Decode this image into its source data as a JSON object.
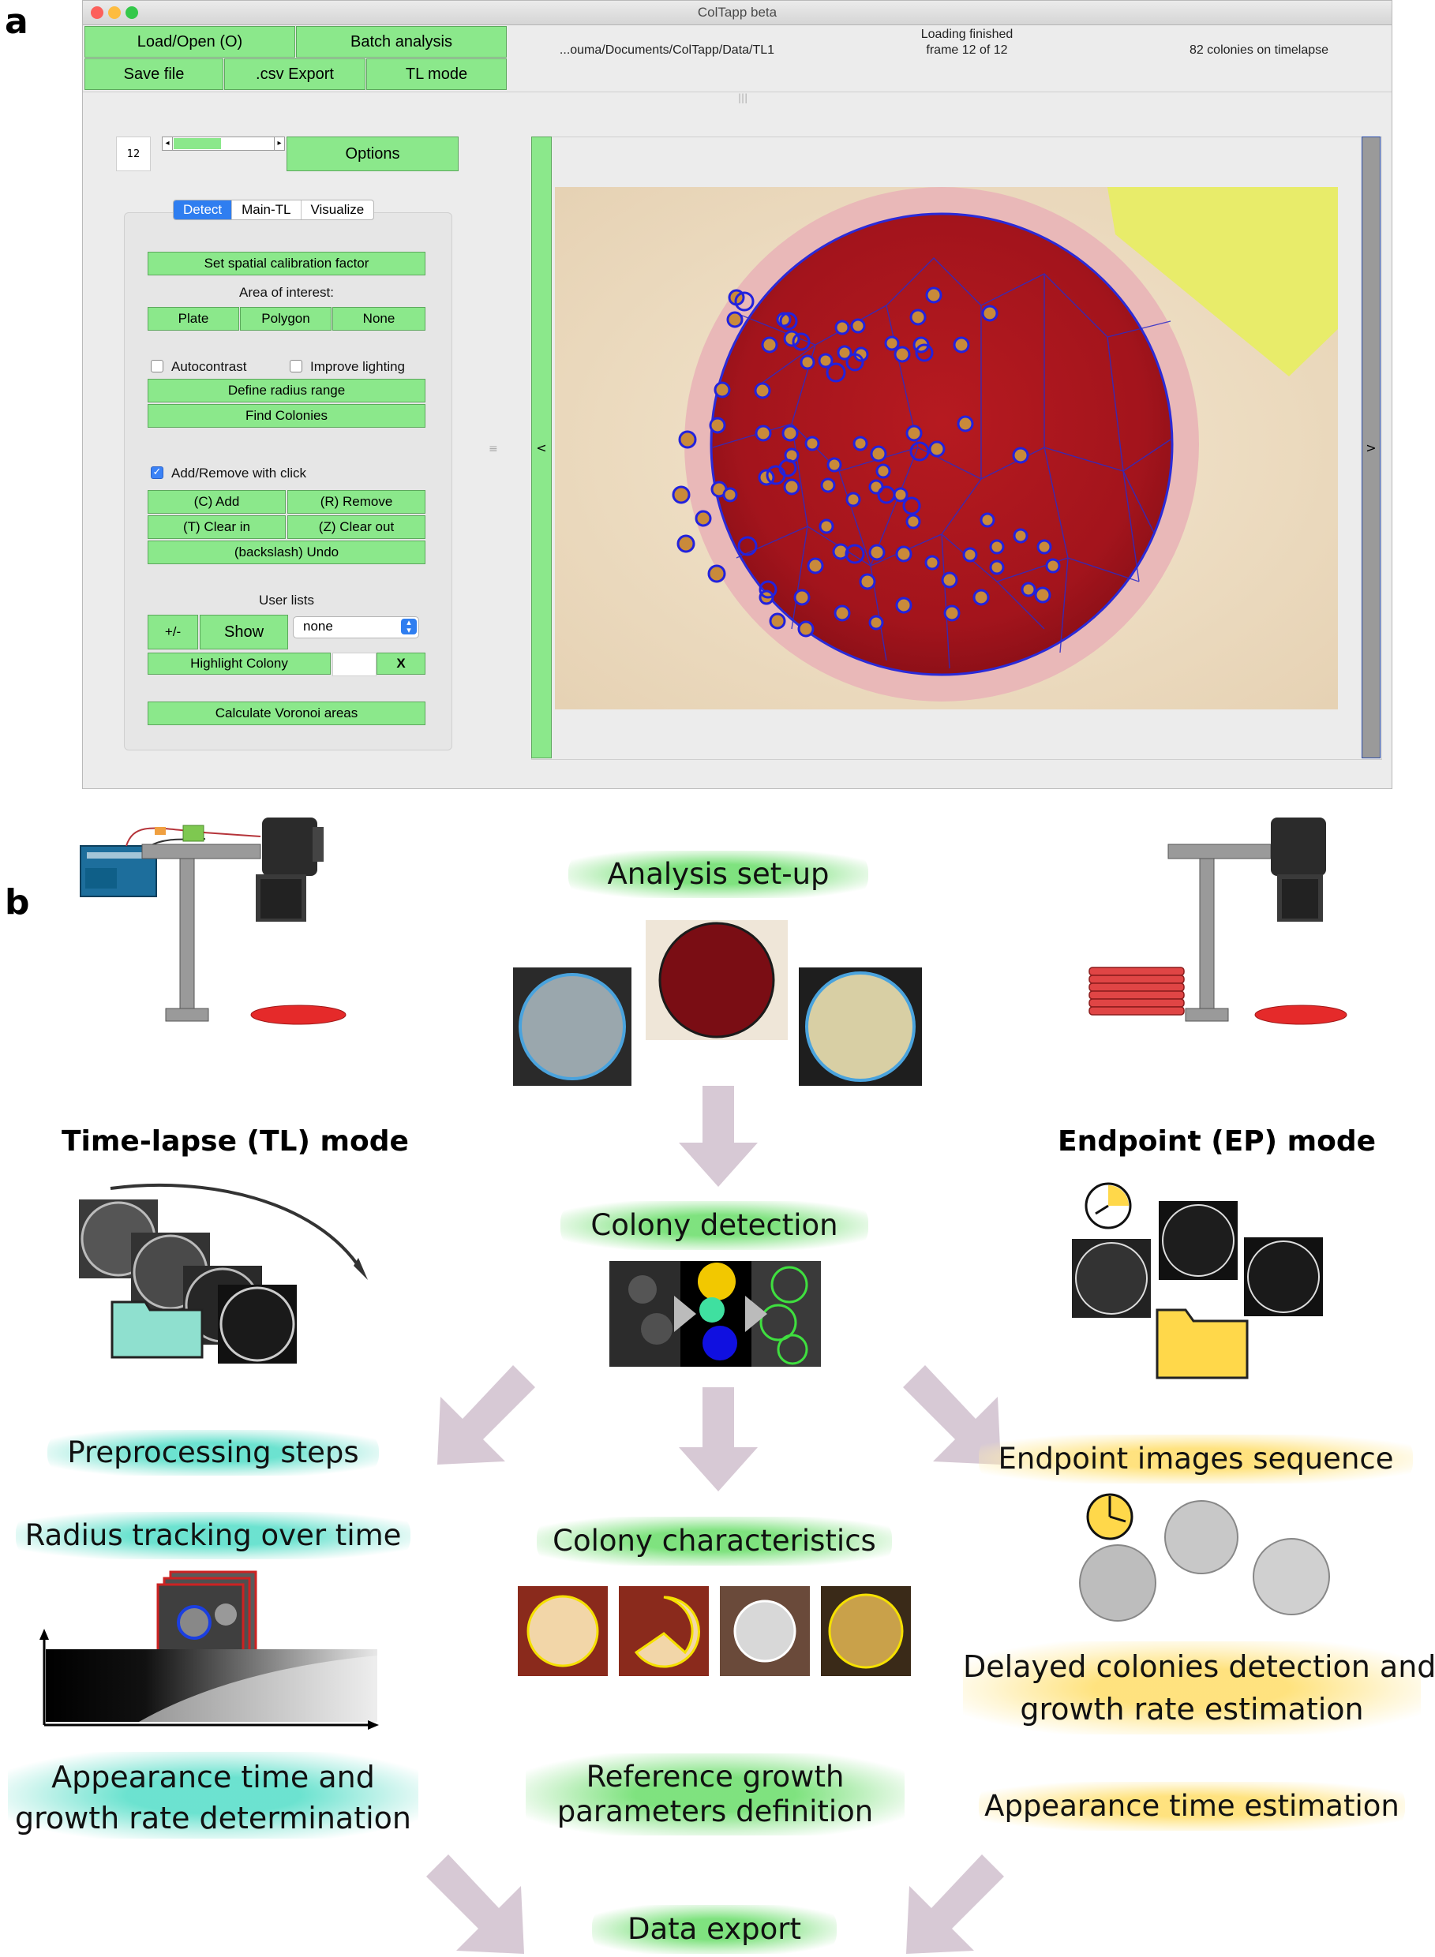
{
  "panel_labels": {
    "a": "a",
    "b": "b"
  },
  "window": {
    "title": "ColTapp beta",
    "toolbar": {
      "load_open": "Load/Open (O)",
      "batch_analysis": "Batch analysis",
      "save_file": "Save file",
      "csv_export": ".csv Export",
      "tl_mode": "TL mode"
    },
    "status": {
      "path": "...ouma/Documents/ColTapp/Data/TL1",
      "loading": "Loading finished",
      "frame": "frame 12 of 12",
      "colonies": "82 colonies on timelapse"
    },
    "frame_field": "12",
    "options_label": "Options",
    "tabs": [
      "Detect",
      "Main-TL",
      "Visualize"
    ],
    "detect": {
      "spatial_calibration": "Set spatial calibration factor",
      "area_of_interest": "Area of interest:",
      "plate": "Plate",
      "polygon": "Polygon",
      "none": "None",
      "autocontrast": "Autocontrast",
      "improve_lighting": "Improve lighting",
      "define_radius": "Define radius range",
      "find_colonies": "Find Colonies",
      "add_remove_click": "Add/Remove with click",
      "add": "(C) Add",
      "remove": "(R) Remove",
      "clear_in": "(T) Clear in",
      "clear_out": "(Z) Clear out",
      "undo": "(backslash) Undo",
      "user_lists": "User lists",
      "plus_minus": "+/-",
      "show": "Show",
      "list_select": "none",
      "highlight_colony": "Highlight Colony",
      "highlight_clear": "X",
      "voronoi": "Calculate Voronoi areas"
    },
    "viewer": {
      "left_arrow": "<",
      "right_arrow": ">"
    }
  },
  "workflow": {
    "analysis_setup": "Analysis set-up",
    "tl_mode_title": "Time-lapse (TL) mode",
    "ep_mode_title": "Endpoint (EP) mode",
    "colony_detection": "Colony detection",
    "preprocessing": "Preprocessing steps",
    "radius_tracking": "Radius tracking over time",
    "appearance_growth_line1": "Appearance time and",
    "appearance_growth_line2": "growth rate determination",
    "colony_characteristics": "Colony characteristics",
    "reference_line1": "Reference growth",
    "reference_line2": "parameters definition",
    "endpoint_sequence": "Endpoint images sequence",
    "delayed_line1": "Delayed colonies detection and",
    "delayed_line2": "growth rate estimation",
    "appearance_estimation": "Appearance time estimation",
    "data_export": "Data export"
  },
  "colors": {
    "button_green": "#8be88b",
    "agar_red": "#a3141c",
    "colony_outline": "#2222dd",
    "arrow_mauve": "#d7c9d5",
    "folder_teal": "#8fe0cf",
    "folder_yellow": "#ffd84a"
  }
}
